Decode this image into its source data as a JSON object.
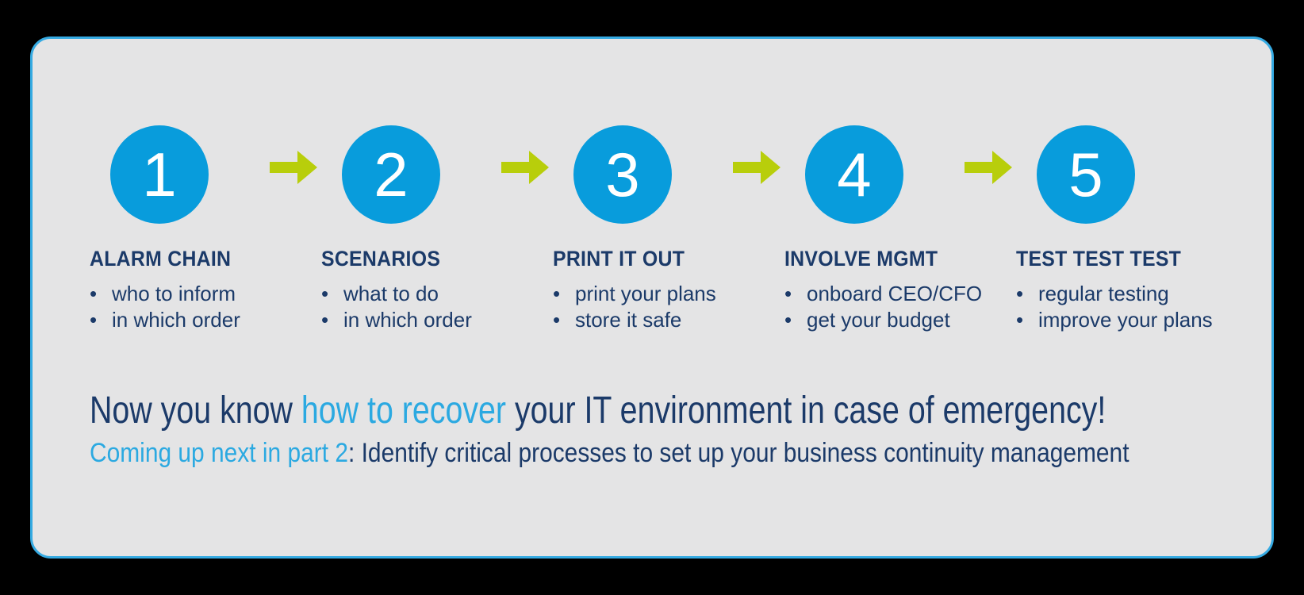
{
  "colors": {
    "background": "#000000",
    "card_fill": "#E4E4E5",
    "card_border": "#35AAE2",
    "circle_blue": "#089CDC",
    "arrow_green": "#B8CE0B",
    "text_navy": "#1B3A69",
    "text_blue": "#2BA9E1",
    "circle_number": "#FFFFFF"
  },
  "glyphs": {
    "bullet": "•"
  },
  "icons": {
    "step_arrow": "arrow-right"
  },
  "steps": [
    {
      "number": "1",
      "title": "ALARM CHAIN",
      "bullets": [
        "who to inform",
        "in which order"
      ]
    },
    {
      "number": "2",
      "title": "SCENARIOS",
      "bullets": [
        "what to do",
        "in which order"
      ]
    },
    {
      "number": "3",
      "title": "PRINT IT OUT",
      "bullets": [
        "print your plans",
        "store it safe"
      ]
    },
    {
      "number": "4",
      "title": "INVOLVE MGMT",
      "bullets": [
        "onboard CEO/CFO",
        "get your budget"
      ]
    },
    {
      "number": "5",
      "title": "TEST TEST TEST",
      "bullets": [
        "regular testing",
        "improve your plans"
      ]
    }
  ],
  "summary": {
    "line1_prefix": "Now you know ",
    "line1_highlight": "how to recover",
    "line1_suffix": " your IT environment in case of emergency!",
    "line2_highlight": "Coming up next in part 2",
    "line2_suffix": ": Identify critical processes to set up your business continuity management"
  }
}
